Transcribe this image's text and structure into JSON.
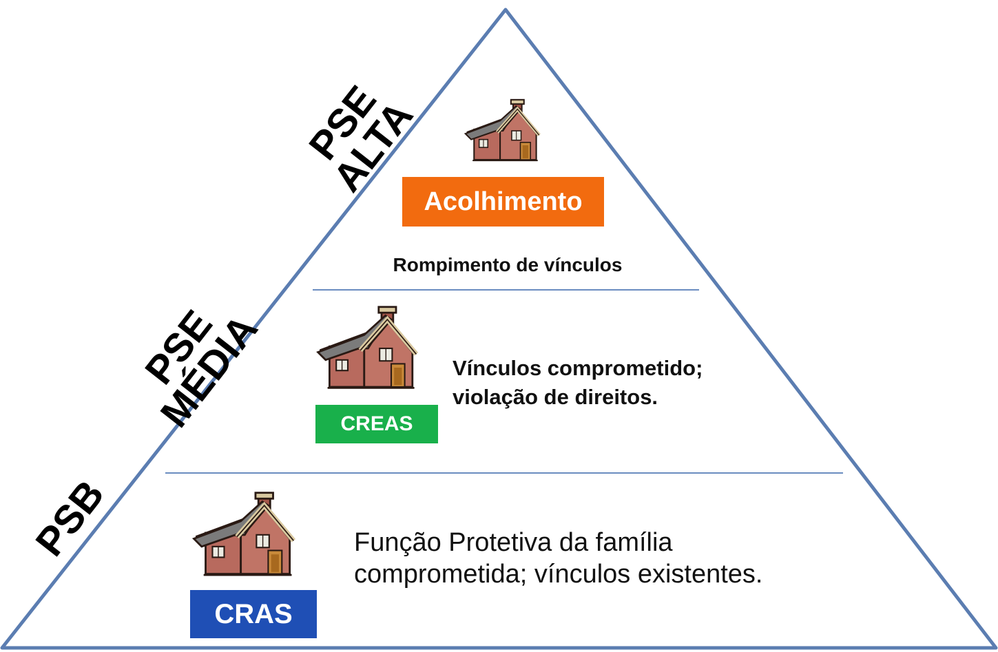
{
  "levels": {
    "alta": {
      "side_label_line1": "PSE",
      "side_label_line2": "ALTA",
      "service": "Acolhimento",
      "description": "Rompimento de vínculos",
      "color": "#F26B0F"
    },
    "media": {
      "side_label_line1": "PSE",
      "side_label_line2": "MÉDIA",
      "service": "CREAS",
      "description_line1": "Vínculos comprometido;",
      "description_line2": "violação de direitos.",
      "color": "#19B04B"
    },
    "basica": {
      "side_label": "PSB",
      "service": "CRAS",
      "description_line1": "Função Protetiva da família",
      "description_line2": "comprometida; vínculos existentes.",
      "color": "#1F4FB5"
    }
  },
  "colors": {
    "outline": "#5B7DB1",
    "divider": "#6A8CC0",
    "house_wall": "#B86A5E",
    "house_roof": "#6D6D6D",
    "house_trim": "#D9C9A0"
  },
  "icons": [
    "house-icon"
  ]
}
